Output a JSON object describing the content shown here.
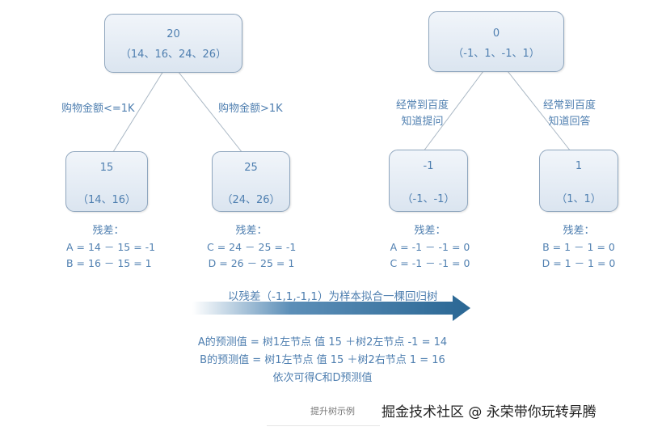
{
  "tree1": {
    "root": {
      "value": "20",
      "samples": "（14、16、24、26）"
    },
    "left_edge": "购物金额<=1K",
    "right_edge": "购物金额>1K",
    "left": {
      "value": "15",
      "samples": "（14、16）"
    },
    "right": {
      "value": "25",
      "samples": "（24、26）"
    },
    "left_residual": {
      "title": "残差：",
      "lines": [
        "A = 14 － 15 = -1",
        "B = 16 － 15 = 1"
      ]
    },
    "right_residual": {
      "title": "残差：",
      "lines": [
        "C = 24 － 25 = -1",
        "D = 26 － 25 = 1"
      ]
    }
  },
  "tree2": {
    "root": {
      "value": "0",
      "samples": "（-1、1、-1、1）"
    },
    "left_edge": [
      "经常到百度",
      "知道提问"
    ],
    "right_edge": [
      "经常到百度",
      "知道回答"
    ],
    "left": {
      "value": "-1",
      "samples": "（-1、-1）"
    },
    "right": {
      "value": "1",
      "samples": "（1、1）"
    },
    "left_residual": {
      "title": "残差：",
      "lines": [
        "A = -1 － -1 = 0",
        "C = -1 － -1 = 0"
      ]
    },
    "right_residual": {
      "title": "残差：",
      "lines": [
        "B = 1 － 1 = 0",
        "D = 1 － 1 = 0"
      ]
    }
  },
  "arrow_text": "以残差（-1,1,-1,1）为样本拟合一棵回归树",
  "predictions": [
    "A的预测值 = 树1左节点 值 15 ＋树2左节点 -1 = 14",
    "B的预测值 = 树1左节点 值 15 ＋树2右节点  1 = 16",
    "依次可得C和D预测值"
  ],
  "caption": "提升树示例",
  "watermark": "掘金技术社区 @ 永荣带你玩转昇腾",
  "colors": {
    "text": "#4f7fb0",
    "node_border": "#8fa6be",
    "arrow": "#2f6d9a"
  }
}
